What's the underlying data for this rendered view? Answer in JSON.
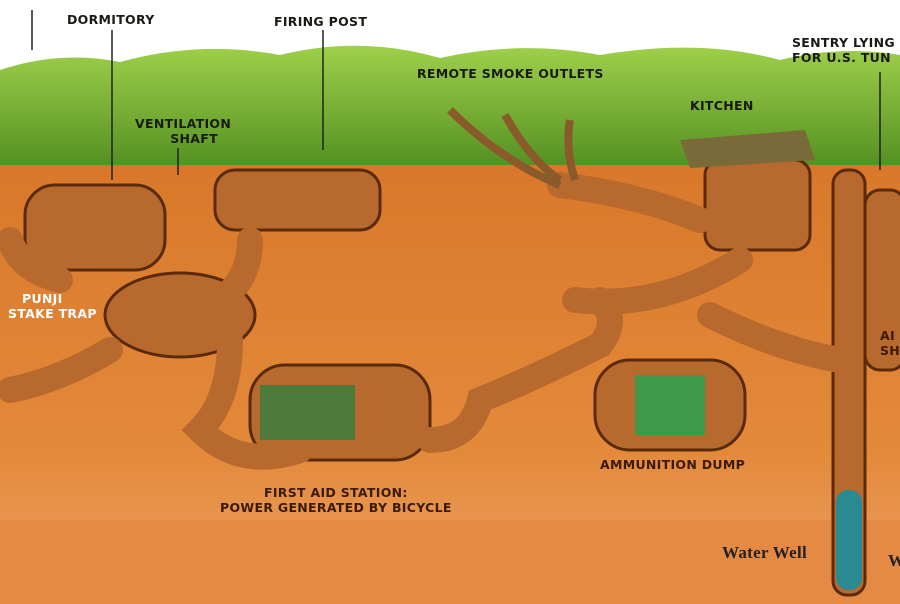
{
  "labels": {
    "dormitory": "DORMITORY",
    "firing_post": "FIRING POST",
    "ventilation_shaft_1": "VENTILATION",
    "ventilation_shaft_2": "SHAFT",
    "remote_smoke_outlets": "REMOTE SMOKE OUTLETS",
    "sentry_1": "SENTRY LYING",
    "sentry_2": "FOR U.S. TUN",
    "kitchen": "KITCHEN",
    "punji_1": "PUNJI",
    "punji_2": "STAKE TRAP",
    "air_shaft_1": "AI",
    "air_shaft_2": "SH",
    "ammunition_dump": "AMMUNITION DUMP",
    "first_aid_1": "FIRST AID STATION:",
    "first_aid_2": "POWER GENERATED BY BICYCLE",
    "water_well": "Water Well",
    "water_edge": "W"
  },
  "colors": {
    "soil": "#e0802e",
    "tunnel": "#b5662a",
    "jungle": "#6fae2a",
    "water": "#2a8a92",
    "sky": "#ffffff"
  }
}
